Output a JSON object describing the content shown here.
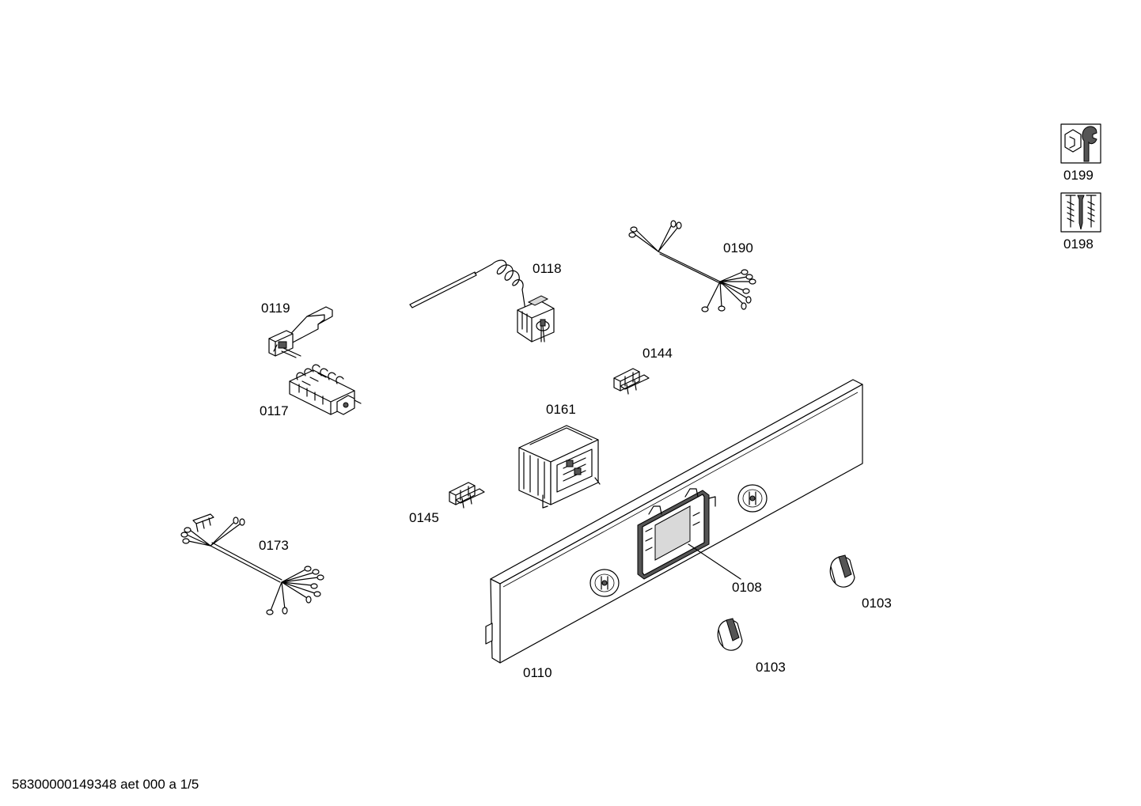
{
  "parts": [
    {
      "id": "part-0199",
      "label": "0199"
    },
    {
      "id": "part-0198",
      "label": "0198"
    },
    {
      "id": "part-0190",
      "label": "0190"
    },
    {
      "id": "part-0118",
      "label": "0118"
    },
    {
      "id": "part-0119",
      "label": "0119"
    },
    {
      "id": "part-0117",
      "label": "0117"
    },
    {
      "id": "part-0144",
      "label": "0144"
    },
    {
      "id": "part-0161",
      "label": "0161"
    },
    {
      "id": "part-0145",
      "label": "0145"
    },
    {
      "id": "part-0173",
      "label": "0173"
    },
    {
      "id": "part-0108",
      "label": "0108"
    },
    {
      "id": "part-0103-right",
      "label": "0103"
    },
    {
      "id": "part-0103-left",
      "label": "0103"
    },
    {
      "id": "part-0110",
      "label": "0110"
    }
  ],
  "icons": {
    "tool_icon": "wrench-nut-icon",
    "screws_icon": "screws-icon"
  },
  "footer": {
    "document_id": "58300000149348 aet 000 a 1/5"
  }
}
